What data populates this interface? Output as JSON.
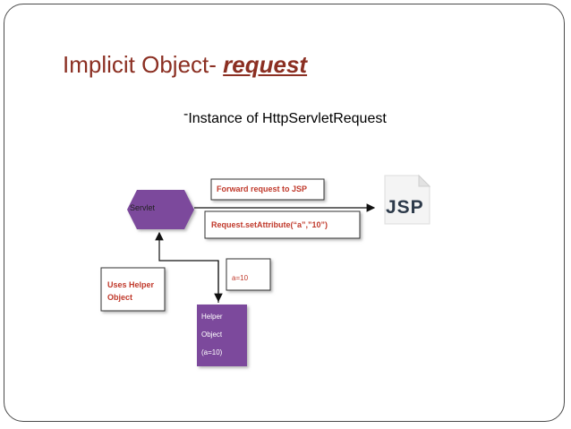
{
  "slide": {
    "title_prefix": "Implicit Object- ",
    "title_keyword": "request",
    "subtitle_dash": "-",
    "subtitle": "Instance of HttpServletRequest"
  },
  "diagram": {
    "servlet_label": "Servlet",
    "forward_label": "Forward request to JSP",
    "set_attribute_label": "Request.setAttribute(“a”,”10”)",
    "uses_helper_line1": "Uses Helper",
    "uses_helper_line2": "Object",
    "value_label": "a=10",
    "helper_line1": "Helper",
    "helper_line2": "Object",
    "helper_line3": "(a=10)",
    "jsp_label": "JSP"
  },
  "colors": {
    "title": "#8b2f22",
    "servlet_fill": "#7c4a9c",
    "helper_fill": "#7c4a9c",
    "label_red": "#c0392b",
    "jsp_text": "#2d3a4a"
  }
}
